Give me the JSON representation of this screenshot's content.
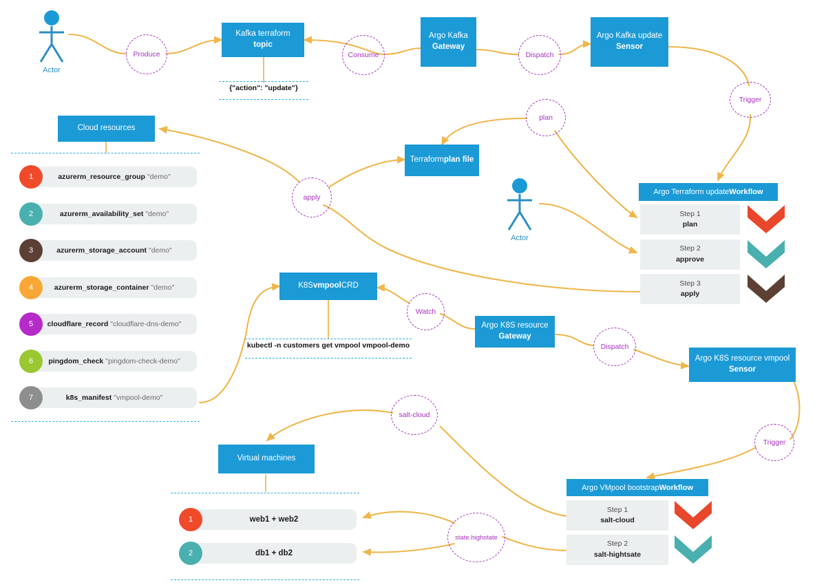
{
  "theme": {
    "blue": "#1B9AD6",
    "purple": "#A430C0",
    "arrow": "#F0B64B",
    "dashed_cyan": "#29ABE2",
    "pill_bg": "#ECEFF0",
    "actor_blue": "#2A8FC4"
  },
  "actors": [
    {
      "label": "Actor"
    },
    {
      "label": "Actor"
    }
  ],
  "boxes": {
    "kafka_topic": {
      "line1": "Kafka terraform",
      "line2": "topic"
    },
    "argo_kafka_gateway": {
      "line1": "Argo Kafka",
      "line2": "Gateway"
    },
    "argo_kafka_sensor": {
      "line1": "Argo Kafka update",
      "line2": "Sensor"
    },
    "cloud_resources": {
      "line1": "Cloud resources",
      "line2": ""
    },
    "terraform_plan": {
      "line1": "Terraform ",
      "line2": "plan file"
    },
    "k8s_crd": {
      "line1": "K8S ",
      "line2": "vmpool",
      "line3": " CRD"
    },
    "argo_k8s_gateway": {
      "line1": "Argo K8S resource",
      "line2": "Gateway"
    },
    "argo_k8s_sensor": {
      "line1": "Argo K8S resource  vmpool",
      "line2": "Sensor"
    },
    "virtual_machines": {
      "line1": "Virtual machines",
      "line2": ""
    }
  },
  "edge_labels": {
    "produce": "Produce",
    "consume": "Consume",
    "dispatch_kafka": "Dispatch",
    "trigger_terraform": "Trigger",
    "plan": "plan",
    "apply": "apply",
    "watch": "Watch",
    "dispatch_k8s": "Dispatch",
    "trigger_vmpool": "Trigger",
    "salt_cloud": "salt-cloud",
    "state_highstate": "state.highstate"
  },
  "annotations": {
    "kafka_payload": "{\"action\": \"update\"}",
    "kubectl_command": "kubectl -n customers get vmpool vmpool-demo"
  },
  "terraform_workflow": {
    "title_plain": "Argo Terraform update ",
    "title_bold": "Workflow",
    "steps": [
      {
        "label": "Step 1",
        "name": "plan",
        "chevron_color": "#E8472C"
      },
      {
        "label": "Step 2",
        "name": "approve",
        "chevron_color": "#4AAFAF"
      },
      {
        "label": "Step 3",
        "name": "apply",
        "chevron_color": "#5C4033"
      }
    ]
  },
  "vmpool_workflow": {
    "title_plain": "Argo VMpool bootstrap ",
    "title_bold": "Workflow",
    "steps": [
      {
        "label": "Step 1",
        "name": "salt-cloud",
        "chevron_color": "#E8472C"
      },
      {
        "label": "Step 2",
        "name": "salt-hightsate",
        "chevron_color": "#4AAFAF"
      }
    ]
  },
  "cloud_resources_list": {
    "title": "Cloud resources",
    "items": [
      {
        "num": "1",
        "name": "azurerm_resource_group",
        "value": "\"demo\"",
        "color": "#EF4B2B"
      },
      {
        "num": "2",
        "name": "azurerm_availability_set",
        "value": "\"demo\"",
        "color": "#4AAFAF"
      },
      {
        "num": "3",
        "name": "azurerm_storage_account",
        "value": "\"demo\"",
        "color": "#5C4033"
      },
      {
        "num": "4",
        "name": "azurerm_storage_container",
        "value": "\"demo\"",
        "color": "#F9A838"
      },
      {
        "num": "5",
        "name": "cloudflare_record",
        "value": "\"cloudflare-dns-demo\"",
        "color": "#B52BC8"
      },
      {
        "num": "6",
        "name": "pingdom_check",
        "value": "\"pingdom-check-demo\"",
        "color": "#9BC731"
      },
      {
        "num": "7",
        "name": "k8s_manifest",
        "value": "\"vmpool-demo\"",
        "color": "#8E8E8E"
      }
    ]
  },
  "vm_list": {
    "title": "Virtual machines",
    "items": [
      {
        "num": "1",
        "name": "web1 + web2",
        "color": "#EF4B2B"
      },
      {
        "num": "2",
        "name": "db1 + db2",
        "color": "#4AAFAF"
      }
    ]
  }
}
